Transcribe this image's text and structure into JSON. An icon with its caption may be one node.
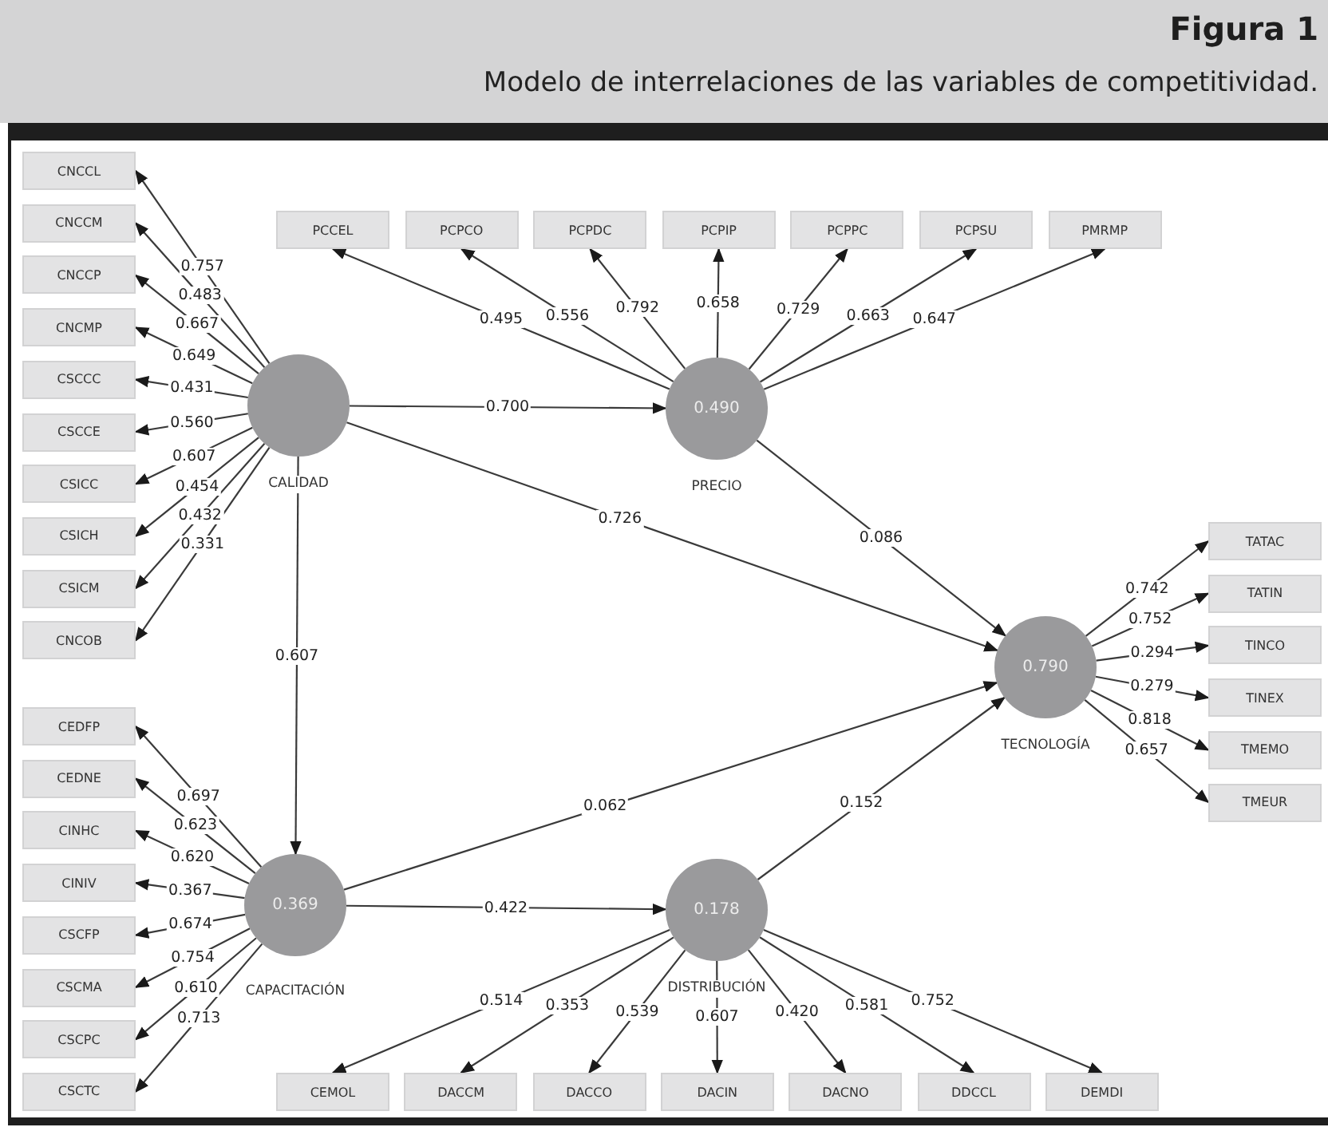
{
  "diagram": {
    "title": "Figura 1",
    "caption": "Modelo de interrelaciones de las variables de competitividad.",
    "nodes": [
      {
        "text": [
          "CALIDAD"
        ]
      },
      {
        "text": [
          "0.490",
          "PRECIO"
        ]
      },
      {
        "text": [
          "0.790",
          "TECNOLOGÍA"
        ]
      },
      {
        "text": [
          "0.369",
          "CAPACITACIÓN"
        ]
      },
      {
        "text": [
          "0.178",
          "DISTRIBUCIÓN"
        ]
      },
      {
        "text": [
          "CNCCL"
        ]
      },
      {
        "text": [
          "CNCCM"
        ]
      },
      {
        "text": [
          "CNCCP"
        ]
      },
      {
        "text": [
          "CNCMP"
        ]
      },
      {
        "text": [
          "CSCCC"
        ]
      },
      {
        "text": [
          "CSCCE"
        ]
      },
      {
        "text": [
          "CSICC"
        ]
      },
      {
        "text": [
          "CSICH"
        ]
      },
      {
        "text": [
          "CSICM"
        ]
      },
      {
        "text": [
          "CNCOB"
        ]
      },
      {
        "text": [
          "PCCEL"
        ]
      },
      {
        "text": [
          "PCPCO"
        ]
      },
      {
        "text": [
          "PCPDC"
        ]
      },
      {
        "text": [
          "PCPIP"
        ]
      },
      {
        "text": [
          "PCPPC"
        ]
      },
      {
        "text": [
          "PCPSU"
        ]
      },
      {
        "text": [
          "PMRMP"
        ]
      },
      {
        "text": [
          "TATAC"
        ]
      },
      {
        "text": [
          "TATIN"
        ]
      },
      {
        "text": [
          "TINCO"
        ]
      },
      {
        "text": [
          "TINEX"
        ]
      },
      {
        "text": [
          "TMEMO"
        ]
      },
      {
        "text": [
          "TMEUR"
        ]
      },
      {
        "text": [
          "CEDFP"
        ]
      },
      {
        "text": [
          "CEDNE"
        ]
      },
      {
        "text": [
          "CINHC"
        ]
      },
      {
        "text": [
          "CINIV"
        ]
      },
      {
        "text": [
          "CSCFP"
        ]
      },
      {
        "text": [
          "CSCMA"
        ]
      },
      {
        "text": [
          "CSCPC"
        ]
      },
      {
        "text": [
          "CSCTC"
        ]
      },
      {
        "text": [
          "CEMOL"
        ]
      },
      {
        "text": [
          "DACCM"
        ]
      },
      {
        "text": [
          "DACCO"
        ]
      },
      {
        "text": [
          "DACIN"
        ]
      },
      {
        "text": [
          "DACNO"
        ]
      },
      {
        "text": [
          "DDCCL"
        ]
      },
      {
        "text": [
          "DEMDI"
        ]
      }
    ],
    "edges": [
      {
        "from": 0,
        "to": 1,
        "arrow": "to",
        "label": "0.700"
      },
      {
        "from": 0,
        "to": 2,
        "arrow": "to",
        "label": "0.726"
      },
      {
        "from": 1,
        "to": 2,
        "arrow": "to",
        "label": "0.086"
      },
      {
        "from": 0,
        "to": 3,
        "arrow": "to",
        "label": "0.607"
      },
      {
        "from": 3,
        "to": 2,
        "arrow": "to",
        "label": "0.062"
      },
      {
        "from": 3,
        "to": 4,
        "arrow": "to",
        "label": "0.422"
      },
      {
        "from": 4,
        "to": 2,
        "arrow": "to",
        "label": "0.152"
      },
      {
        "from": 0,
        "to": 5,
        "arrow": "to",
        "label": "0.757"
      },
      {
        "from": 0,
        "to": 6,
        "arrow": "to",
        "label": "0.483"
      },
      {
        "from": 0,
        "to": 7,
        "arrow": "to",
        "label": "0.667"
      },
      {
        "from": 0,
        "to": 8,
        "arrow": "to",
        "label": "0.649"
      },
      {
        "from": 0,
        "to": 9,
        "arrow": "to",
        "label": "0.431"
      },
      {
        "from": 0,
        "to": 10,
        "arrow": "to",
        "label": "0.560"
      },
      {
        "from": 0,
        "to": 11,
        "arrow": "to",
        "label": "0.607"
      },
      {
        "from": 0,
        "to": 12,
        "arrow": "to",
        "label": "0.454"
      },
      {
        "from": 0,
        "to": 13,
        "arrow": "to",
        "label": "0.432"
      },
      {
        "from": 0,
        "to": 14,
        "arrow": "to",
        "label": "0.331"
      },
      {
        "from": 1,
        "to": 15,
        "arrow": "to",
        "label": "0.495"
      },
      {
        "from": 1,
        "to": 16,
        "arrow": "to",
        "label": "0.556"
      },
      {
        "from": 1,
        "to": 17,
        "arrow": "to",
        "label": "0.792"
      },
      {
        "from": 1,
        "to": 18,
        "arrow": "to",
        "label": "0.658"
      },
      {
        "from": 1,
        "to": 19,
        "arrow": "to",
        "label": "0.729"
      },
      {
        "from": 1,
        "to": 20,
        "arrow": "to",
        "label": "0.663"
      },
      {
        "from": 1,
        "to": 21,
        "arrow": "to",
        "label": "0.647"
      },
      {
        "from": 2,
        "to": 22,
        "arrow": "to",
        "label": "0.742"
      },
      {
        "from": 2,
        "to": 23,
        "arrow": "to",
        "label": "0.752"
      },
      {
        "from": 2,
        "to": 24,
        "arrow": "to",
        "label": "0.294"
      },
      {
        "from": 2,
        "to": 25,
        "arrow": "to",
        "label": "0.279"
      },
      {
        "from": 2,
        "to": 26,
        "arrow": "to",
        "label": "0.818"
      },
      {
        "from": 2,
        "to": 27,
        "arrow": "to",
        "label": "0.657"
      },
      {
        "from": 3,
        "to": 28,
        "arrow": "to",
        "label": "0.697"
      },
      {
        "from": 3,
        "to": 29,
        "arrow": "to",
        "label": "0.623"
      },
      {
        "from": 3,
        "to": 30,
        "arrow": "to",
        "label": "0.620"
      },
      {
        "from": 3,
        "to": 31,
        "arrow": "to",
        "label": "0.367"
      },
      {
        "from": 3,
        "to": 32,
        "arrow": "to",
        "label": "0.674"
      },
      {
        "from": 3,
        "to": 33,
        "arrow": "to",
        "label": "0.754"
      },
      {
        "from": 3,
        "to": 34,
        "arrow": "to",
        "label": "0.610"
      },
      {
        "from": 3,
        "to": 35,
        "arrow": "to",
        "label": "0.713"
      },
      {
        "from": 4,
        "to": 36,
        "arrow": "to",
        "label": "0.514"
      },
      {
        "from": 4,
        "to": 37,
        "arrow": "to",
        "label": "0.353"
      },
      {
        "from": 4,
        "to": 38,
        "arrow": "to",
        "label": "0.539"
      },
      {
        "from": 4,
        "to": 39,
        "arrow": "to",
        "label": "0.607"
      },
      {
        "from": 4,
        "to": 40,
        "arrow": "to",
        "label": "0.420"
      },
      {
        "from": 4,
        "to": 41,
        "arrow": "to",
        "label": "0.581"
      },
      {
        "from": 4,
        "to": 42,
        "arrow": "to",
        "label": "0.752"
      }
    ]
  }
}
